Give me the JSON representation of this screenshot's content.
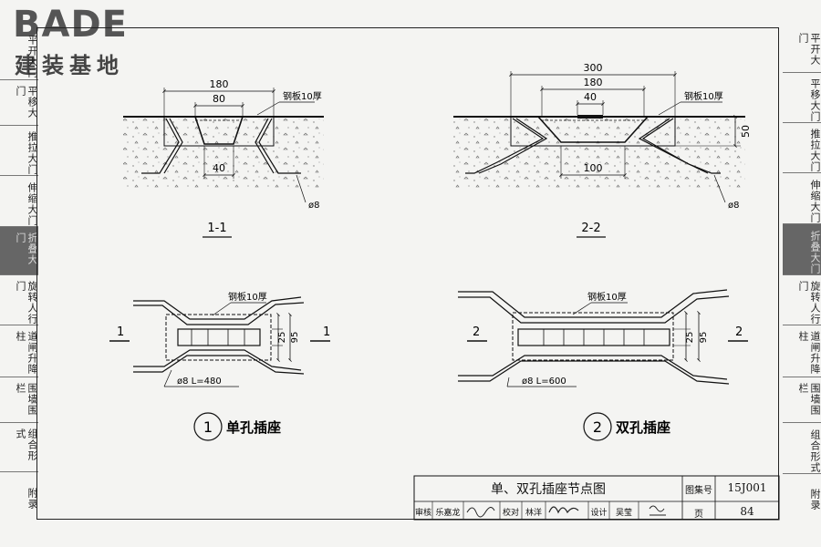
{
  "logo": {
    "word": "BADE",
    "cn": "建装基地"
  },
  "left_tabs": [
    {
      "label": "平开大门",
      "active": false
    },
    {
      "label": "平移大门",
      "active": false
    },
    {
      "label": "推拉大门",
      "active": false
    },
    {
      "label": "伸缩大门",
      "active": false
    },
    {
      "label": "折叠大门",
      "active": true
    },
    {
      "label": "旋转人行门",
      "active": false
    },
    {
      "label": "道闸升降柱",
      "active": false
    },
    {
      "label": "围墙围栏",
      "active": false
    },
    {
      "label": "组合形式",
      "active": false
    },
    {
      "label": "附录",
      "active": false
    }
  ],
  "right_tabs": [
    {
      "label": "平开大门",
      "active": false
    },
    {
      "label": "平移大门",
      "active": false
    },
    {
      "label": "推拉大门",
      "active": false
    },
    {
      "label": "伸缩大门",
      "active": false
    },
    {
      "label": "折叠大门",
      "active": true
    },
    {
      "label": "旋转人行门",
      "active": false
    },
    {
      "label": "道闸升降柱",
      "active": false
    },
    {
      "label": "围墙围栏",
      "active": false
    },
    {
      "label": "组合形式",
      "active": false
    },
    {
      "label": "附录",
      "active": false
    }
  ],
  "section1": {
    "dim_top": "180",
    "dim_inner": "80",
    "dim_bottom": "40",
    "plate_note": "钢板10厚",
    "rebar_note": "ø8",
    "label": "1-1"
  },
  "section2": {
    "dim_top": "300",
    "dim_mid": "180",
    "dim_inner": "40",
    "dim_bottom": "100",
    "dim_side": "50",
    "plate_note": "钢板10厚",
    "rebar_note": "ø8",
    "label": "2-2"
  },
  "plan1": {
    "plate_note": "钢板10厚",
    "dim_25": "25",
    "dim_95": "95",
    "rebar_note": "ø8  L=480",
    "cut_left": "1",
    "cut_right": "1",
    "badge": "1",
    "caption": "单孔插座"
  },
  "plan2": {
    "plate_note": "钢板10厚",
    "dim_25": "25",
    "dim_95": "95",
    "rebar_note": "ø8  L=600",
    "cut_left": "2",
    "cut_right": "2",
    "badge": "2",
    "caption": "双孔插座"
  },
  "title_block": {
    "title": "单、双孔插座节点图",
    "atlas_label": "图集号",
    "atlas_no": "15J001",
    "review_label": "审核",
    "review_name": "乐嘉龙",
    "check_label": "校对",
    "check_name": "林洋",
    "design_label": "设计",
    "design_name": "吴莹",
    "page_label": "页",
    "page_no": "84"
  }
}
